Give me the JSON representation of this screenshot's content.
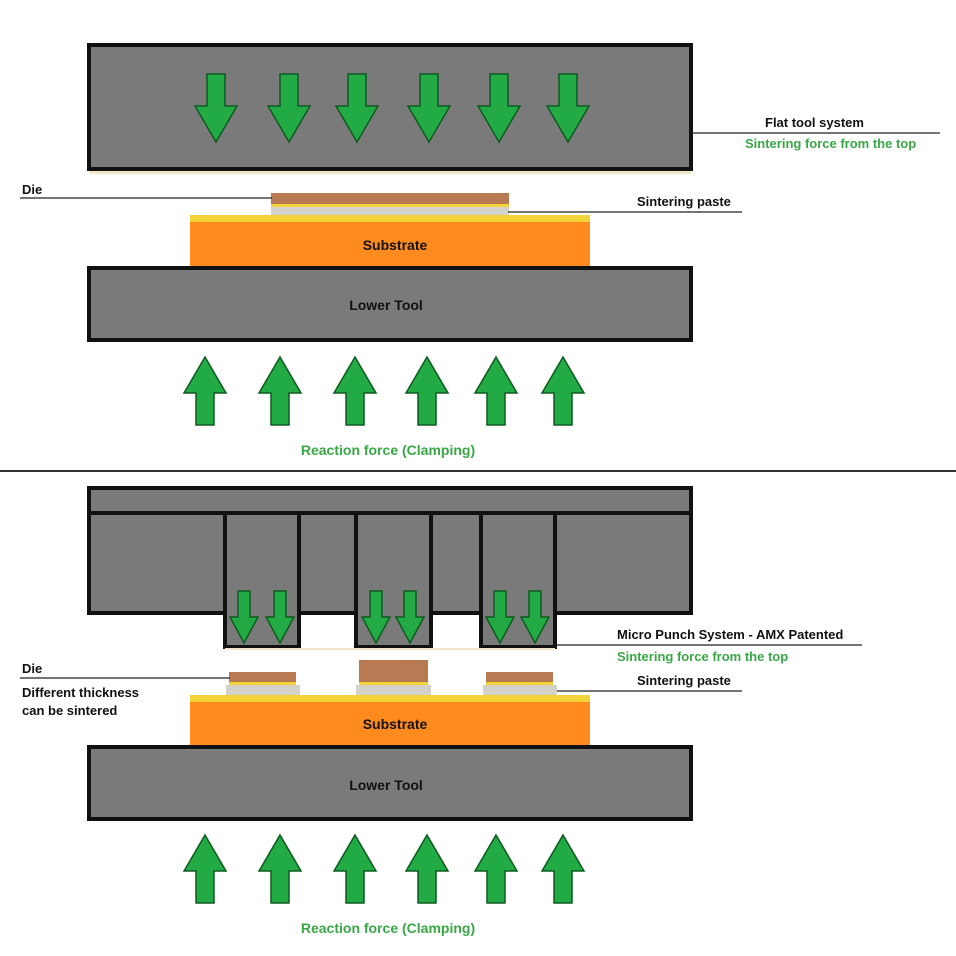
{
  "colors": {
    "tool_fill": "#7a7a7a",
    "tool_stroke": "#111111",
    "substrate_fill": "#ff8a1e",
    "solder_yellow": "#f4d23a",
    "paste_fill": "#d4d2c8",
    "die_fill": "#b87a52",
    "arrow_fill": "#22aa44",
    "arrow_stroke": "#0e5b20",
    "green_text": "#3aa746",
    "label_text": "#111111",
    "divider": "#333333"
  },
  "top_panel": {
    "upper_label": "Flat tool system",
    "upper_sublabel": "Sintering force from the top",
    "die_label": "Die",
    "paste_label": "Sintering paste",
    "substrate_label": "Substrate",
    "lower_tool_label": "Lower Tool",
    "reaction_label": "Reaction force (Clamping)"
  },
  "bottom_panel": {
    "upper_label": "Micro Punch System - AMX Patented",
    "upper_sublabel": "Sintering force from the top",
    "die_label": "Die",
    "die_note_line1": "Different thickness",
    "die_note_line2": "can be sintered",
    "paste_label": "Sintering paste",
    "substrate_label": "Substrate",
    "lower_tool_label": "Lower Tool",
    "reaction_label": "Reaction force (Clamping)"
  }
}
